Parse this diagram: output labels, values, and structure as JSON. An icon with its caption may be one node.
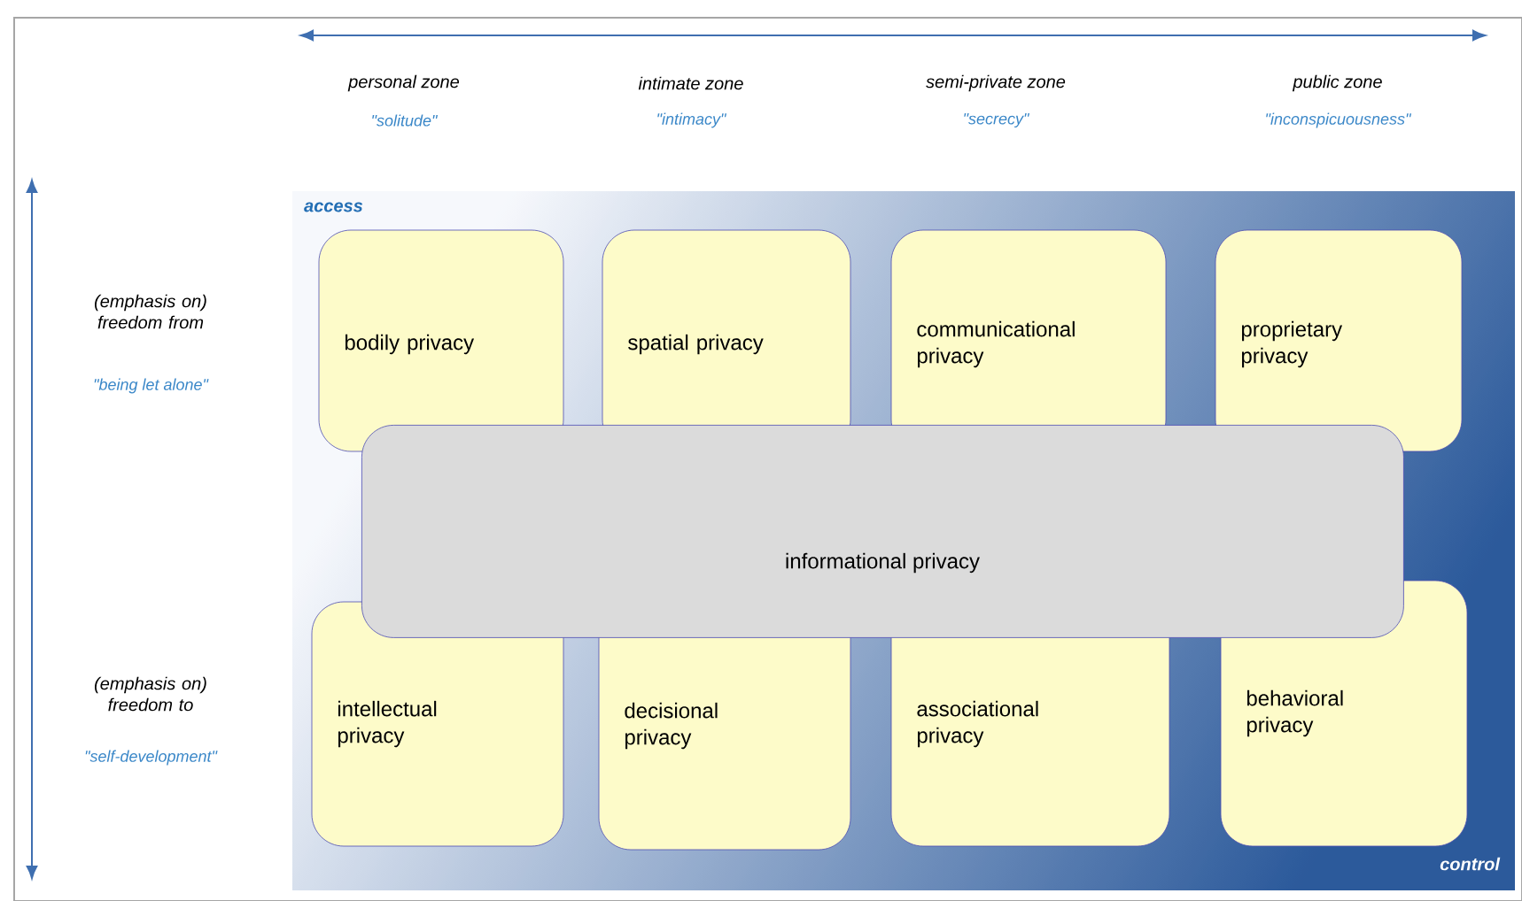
{
  "diagram": {
    "nodes": [
      {
        "text": [
          "access",
          "control"
        ]
      },
      {
        "text": [
          "bodily privacy"
        ],
        "in": 0
      },
      {
        "text": [
          "spatial privacy"
        ],
        "in": 0
      },
      {
        "text": [
          "communicational privacy"
        ],
        "in": 0
      },
      {
        "text": [
          "proprietary privacy"
        ],
        "in": 0
      },
      {
        "text": [
          "intellectual privacy"
        ],
        "in": 0
      },
      {
        "text": [
          "decisional privacy"
        ],
        "in": 0
      },
      {
        "text": [
          "associational privacy"
        ],
        "in": 0
      },
      {
        "text": [
          "behavioral privacy"
        ],
        "in": 0
      },
      {
        "text": [
          "informational privacy"
        ],
        "in": 0
      }
    ],
    "edges": [],
    "labels": [
      "personal zone",
      "intimate zone",
      "semi-private zone",
      "public zone",
      "\"solitude\"",
      "\"intimacy\"",
      "\"secrecy\"",
      "\"inconspicuousness\"",
      "(emphasis on) freedom from",
      "\"being let alone\"",
      "(emphasis on) freedom to",
      "\"self-development\""
    ]
  }
}
